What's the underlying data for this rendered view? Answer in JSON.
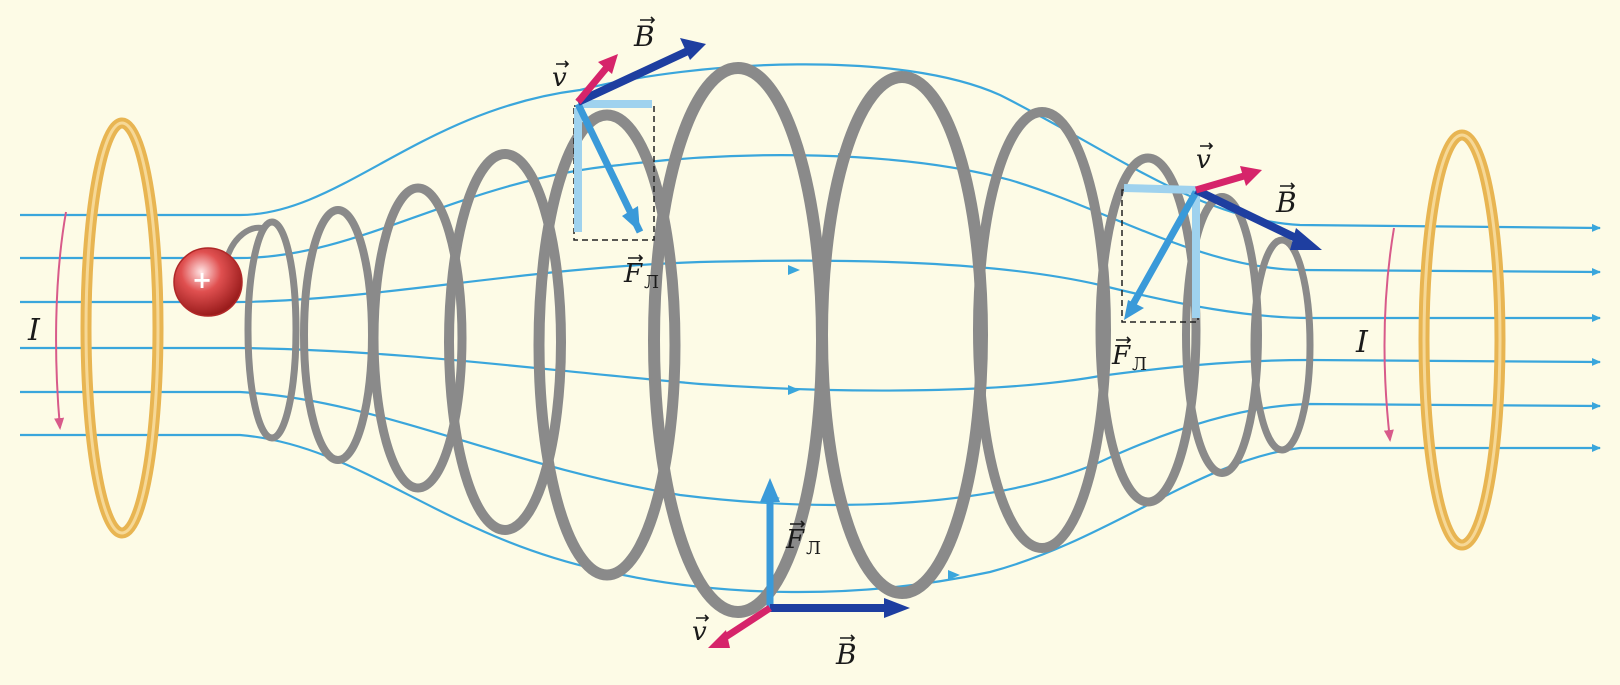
{
  "labels": {
    "velocity": "v",
    "field": "B",
    "force": "F",
    "force_sub": "Л",
    "current": "I",
    "charge_sign": "+"
  },
  "colors": {
    "background": "#fdfbe6",
    "field_lines": "#3aa6dc",
    "coil": "#8a8a8a",
    "loops": "#e8b552",
    "velocity_arrow": "#d6246a",
    "field_arrow": "#1e3ea0",
    "force_arrow": "#3a9ad9",
    "charge": "#d84040"
  },
  "icons": {
    "charge": "positive-charge-icon",
    "current_arrow": "current-direction-arrow"
  }
}
